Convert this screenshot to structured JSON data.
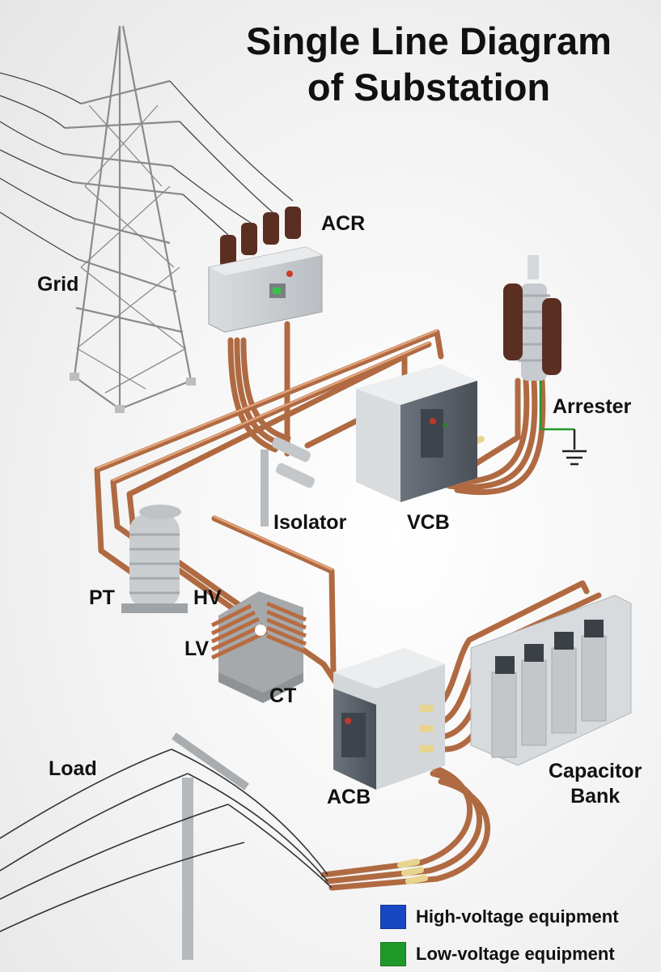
{
  "title": {
    "line1": "Single Line Diagram",
    "line2": "of Substation"
  },
  "labels": {
    "grid": "Grid",
    "acr": "ACR",
    "arrester": "Arrester",
    "isolator": "Isolator",
    "vcb": "VCB",
    "pt": "PT",
    "hv": "HV",
    "lv": "LV",
    "ct": "CT",
    "acb": "ACB",
    "load": "Load",
    "capacitor_bank_line1": "Capacitor",
    "capacitor_bank_line2": "Bank"
  },
  "legend": [
    {
      "label": "High-voltage equipment",
      "color": "#1847c4"
    },
    {
      "label": "Low-voltage equipment",
      "color": "#1f9a2a"
    }
  ],
  "colors": {
    "copper": "#c9845b",
    "copper_dark": "#a55f3a",
    "porcelain": "#5a2f22",
    "steel": "#9a9a9a",
    "cabinet": "#5a626c"
  }
}
